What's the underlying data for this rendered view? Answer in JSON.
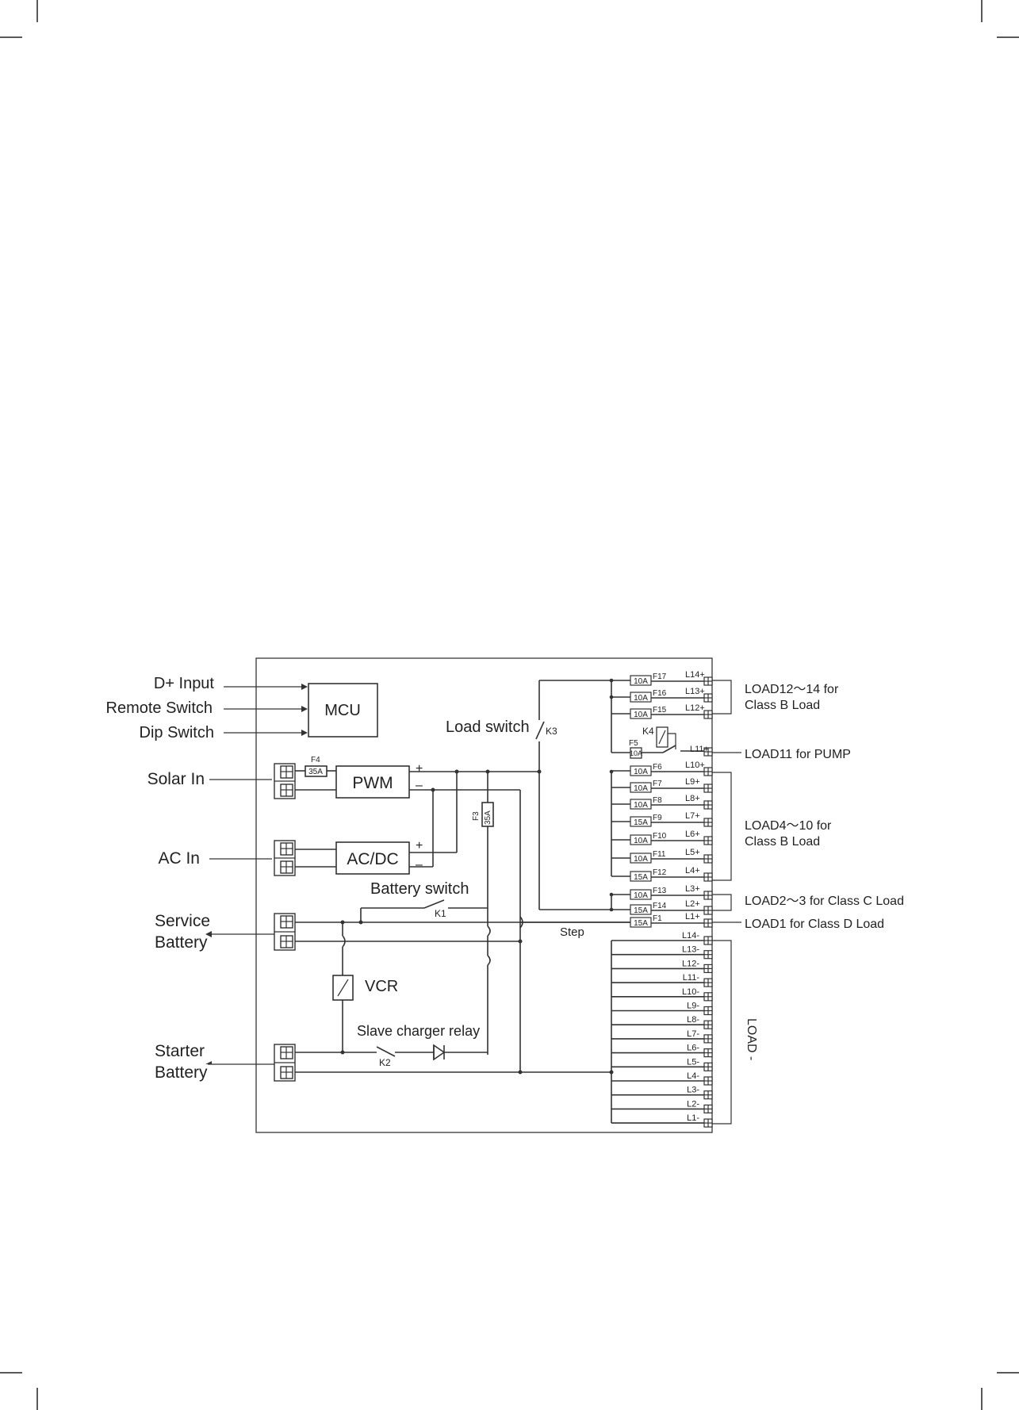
{
  "inputs": {
    "d_plus": "D+ Input",
    "remote_switch": "Remote Switch",
    "dip_switch": "Dip Switch",
    "solar_in": "Solar In",
    "ac_in": "AC In",
    "service_battery": [
      "Service",
      "Battery"
    ],
    "starter_battery": [
      "Starter",
      "Battery"
    ]
  },
  "blocks": {
    "mcu": "MCU",
    "pwm": "PWM",
    "acdc": "AC/DC",
    "vcr": "VCR"
  },
  "polarity": {
    "plus": "+",
    "minus": "–"
  },
  "switches": {
    "load_switch": "Load switch",
    "k3": "K3",
    "battery_switch": "Battery switch",
    "k1": "K1",
    "slave_charger_relay": "Slave charger relay",
    "k2": "K2",
    "k4": "K4",
    "step": "Step"
  },
  "fuses": {
    "f4": {
      "name": "F4",
      "rating": "35A"
    },
    "f3": {
      "name": "F3",
      "rating": "35A"
    },
    "f5": {
      "name": "F5",
      "rating": "10A"
    },
    "bank": [
      {
        "name": "F17",
        "rating": "10A",
        "out": "L14+"
      },
      {
        "name": "F16",
        "rating": "10A",
        "out": "L13+"
      },
      {
        "name": "F15",
        "rating": "10A",
        "out": "L12+"
      },
      {
        "name": "F6",
        "rating": "10A",
        "out": "L10+"
      },
      {
        "name": "F7",
        "rating": "10A",
        "out": "L9+"
      },
      {
        "name": "F8",
        "rating": "10A",
        "out": "L8+"
      },
      {
        "name": "F9",
        "rating": "15A",
        "out": "L7+"
      },
      {
        "name": "F10",
        "rating": "10A",
        "out": "L6+"
      },
      {
        "name": "F11",
        "rating": "10A",
        "out": "L5+"
      },
      {
        "name": "F12",
        "rating": "15A",
        "out": "L4+"
      },
      {
        "name": "F13",
        "rating": "10A",
        "out": "L3+"
      },
      {
        "name": "F14",
        "rating": "15A",
        "out": "L2+"
      },
      {
        "name": "F1",
        "rating": "15A",
        "out": "L1+"
      }
    ],
    "l11_out": "L11+"
  },
  "neg_outputs": [
    "L14-",
    "L13-",
    "L12-",
    "L11-",
    "L10-",
    "L9-",
    "L8-",
    "L7-",
    "L6-",
    "L5-",
    "L4-",
    "L3-",
    "L2-",
    "L1-"
  ],
  "load_groups": {
    "g12_14": [
      "LOAD12～14  for",
      "Class B Load"
    ],
    "g11": "LOAD11 for PUMP",
    "g4_10": [
      "LOAD4～10 for",
      "Class B Load"
    ],
    "g2_3": "LOAD2～3 for Class C Load",
    "g1": "LOAD1 for Class D Load",
    "neg": "LOAD -"
  }
}
